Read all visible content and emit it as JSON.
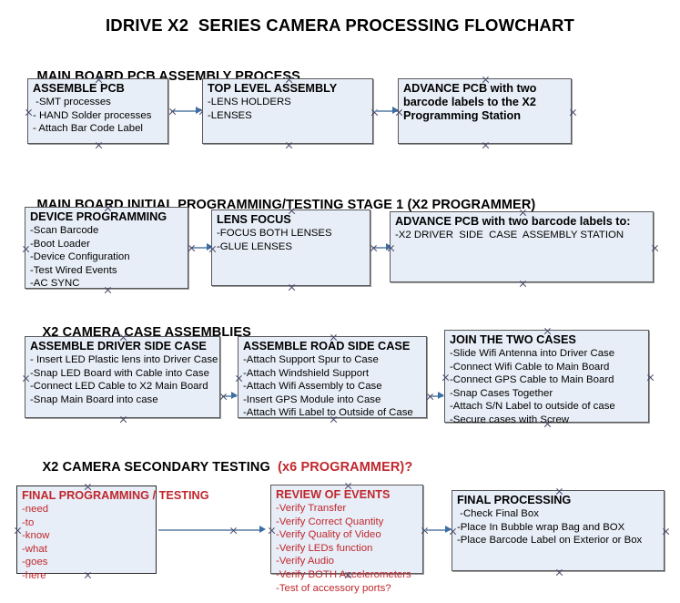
{
  "document": {
    "title": "IDRIVE X2  SERIES CAMERA PROCESSING FLOWCHART",
    "accent_color": "#c0272d",
    "box_fill": "#e8eef7",
    "box_border": "#58585a",
    "connector_color": "#7f9dbb",
    "arrowhead_color": "#3b6ea5"
  },
  "sections": [
    {
      "heading": "MAIN BOARD PCB ASSEMBLY PROCESS",
      "heading_accent": "",
      "heading_suffix": ""
    },
    {
      "heading": "MAIN BOARD INITIAL PROGRAMMING/TESTING STAGE 1 (X2 PROGRAMMER)",
      "heading_accent": "",
      "heading_suffix": ""
    },
    {
      "heading": "X2 CAMERA CASE ASSEMBLIES",
      "heading_accent": "",
      "heading_suffix": ""
    },
    {
      "heading": "X2 CAMERA SECONDARY TESTING  ",
      "heading_accent": "(x6 PROGRAMMER)?",
      "heading_suffix": ""
    }
  ],
  "nodes": {
    "assemble_pcb": {
      "title": "ASSEMBLE PCB",
      "lines": [
        " -SMT processes",
        "- HAND Solder processes",
        "- Attach Bar Code Label"
      ]
    },
    "top_level_assembly": {
      "title": "TOP LEVEL ASSEMBLY",
      "lines": [
        "-LENS HOLDERS",
        "-LENSES"
      ]
    },
    "advance_pcb_station": {
      "title": "ADVANCE PCB with two\nbarcode labels to the\n X2 Programming Station",
      "lines": []
    },
    "device_programming": {
      "title": "DEVICE PROGRAMMING",
      "lines": [
        "-Scan Barcode",
        "-Boot Loader",
        "-Device Configuration",
        "-Test Wired Events",
        "-AC SYNC"
      ]
    },
    "lens_focus": {
      "title": "LENS FOCUS",
      "lines": [
        "-FOCUS BOTH LENSES",
        "-GLUE LENSES"
      ]
    },
    "advance_pcb_case": {
      "title": "ADVANCE PCB with two barcode labels to:",
      "lines": [
        "-X2 DRIVER  SIDE  CASE  ASSEMBLY STATION"
      ]
    },
    "assemble_driver_side_case": {
      "title": "ASSEMBLE DRIVER SIDE CASE",
      "lines": [
        "- Insert LED Plastic lens into Driver Case",
        "-Snap LED Board with Cable into Case",
        "-Connect LED Cable to X2 Main Board",
        "-Snap Main Board into case"
      ]
    },
    "assemble_road_side_case": {
      "title": "ASSEMBLE ROAD SIDE CASE",
      "lines": [
        "-Attach Support Spur to Case",
        "-Attach Windshield Support",
        "-Attach Wifi Assembly to Case",
        "-Insert GPS Module into Case",
        "-Attach Wifi Label to Outside of Case"
      ]
    },
    "join_the_two_cases": {
      "title": "JOIN THE TWO CASES",
      "lines": [
        "-Slide Wifi Antenna into Driver Case",
        "-Connect Wifi Cable to Main Board",
        "-Connect GPS Cable to Main Board",
        "-Snap Cases Together",
        "-Attach S/N Label to outside of case",
        "-Secure cases with Screw"
      ]
    },
    "final_programming_testing": {
      "title": "FINAL PROGRAMMING / TESTING",
      "lines": [
        "-need",
        "-to",
        "-know",
        "-what",
        "-goes",
        "-here"
      ]
    },
    "review_of_events": {
      "title": "REVIEW OF EVENTS",
      "lines": [
        "-Verify Transfer",
        "-Verify Correct Quantity",
        "-Verify Quality of Video",
        "-Verify LEDs function",
        "-Verify Audio",
        "-Verify BOTH Accelerometers",
        "-Test of accessory ports?"
      ]
    },
    "final_processing": {
      "title": "FINAL PROCESSING",
      "lines": [
        " -Check Final Box",
        "-Place In Bubble wrap Bag and BOX",
        "-Place Barcode Label on Exterior or Box"
      ]
    }
  }
}
